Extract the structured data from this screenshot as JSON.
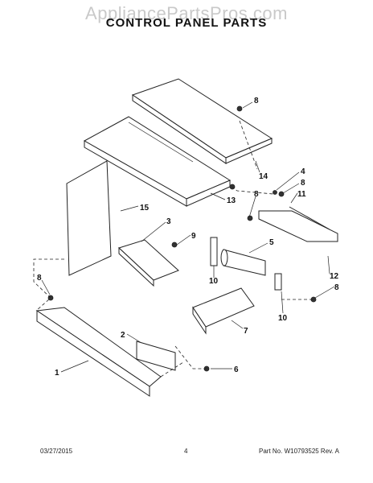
{
  "header": {
    "watermark": "AppliancePartsPros.com",
    "title": "CONTROL PANEL PARTS"
  },
  "callouts": [
    "8",
    "14",
    "4",
    "8",
    "11",
    "13",
    "8",
    "15",
    "3",
    "9",
    "5",
    "10",
    "12",
    "8",
    "10",
    "7",
    "2",
    "6",
    "1",
    "8"
  ],
  "footer": {
    "date": "03/27/2015",
    "page": "4",
    "part_number": "Part No. W10793525  Rev. A"
  }
}
